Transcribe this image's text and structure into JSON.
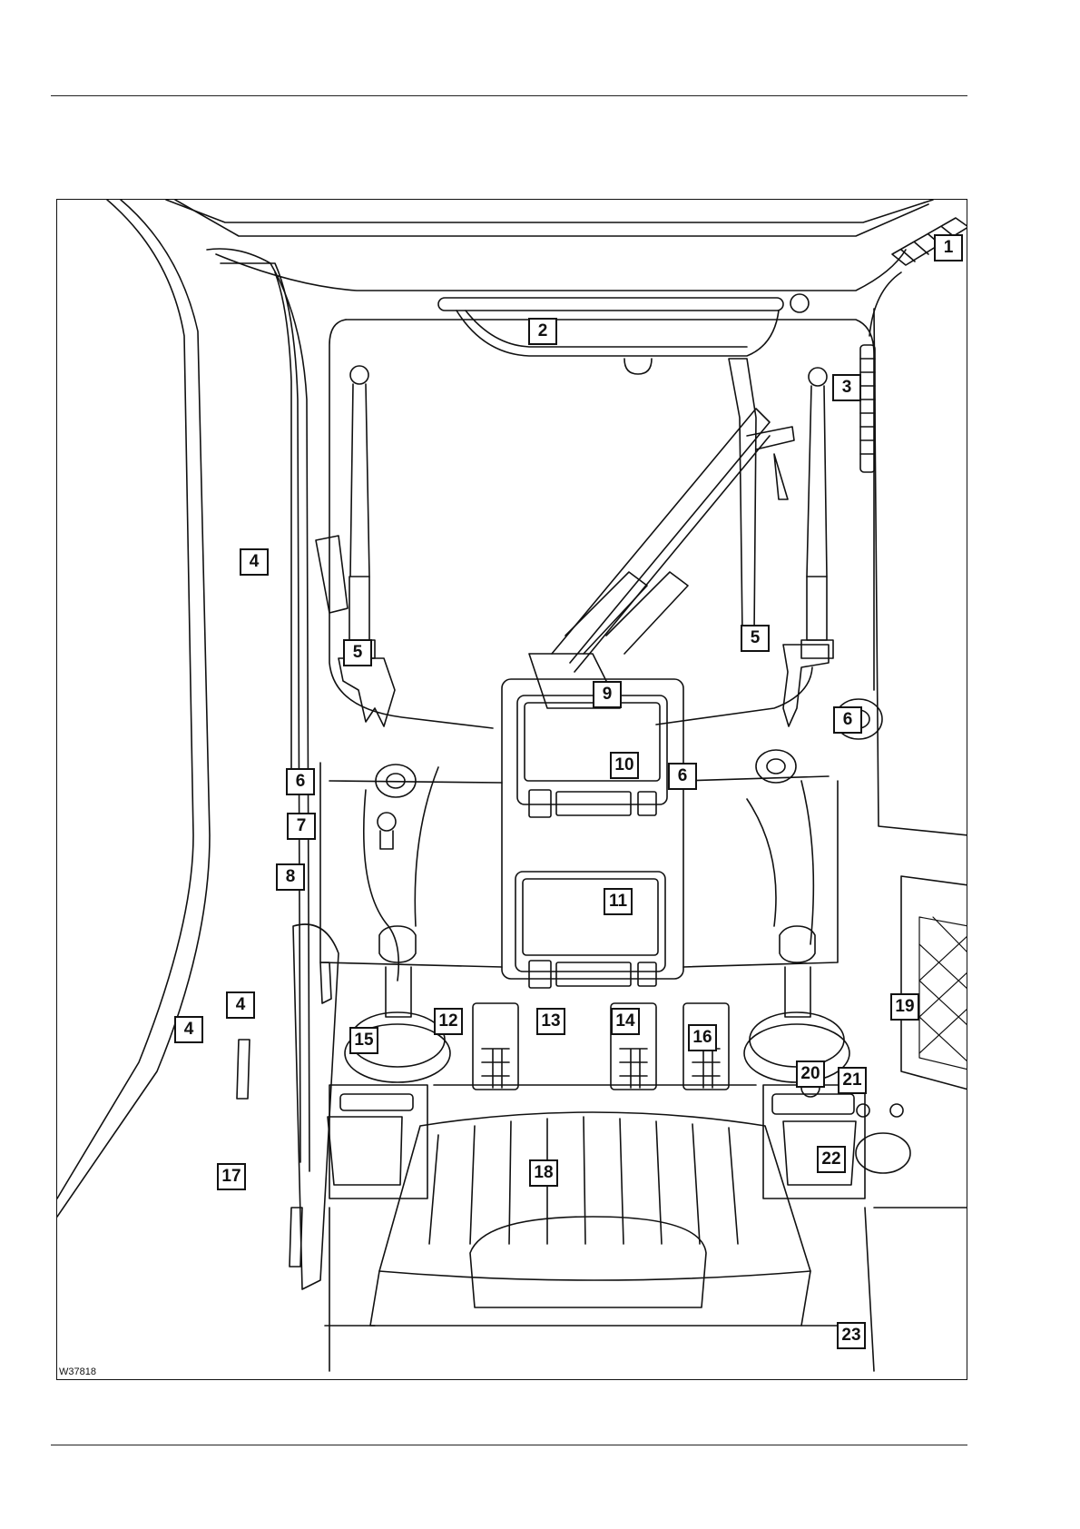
{
  "figure": {
    "code": "W37818",
    "callouts": [
      "1",
      "2",
      "3",
      "4",
      "4",
      "4",
      "5",
      "5",
      "6",
      "6",
      "6",
      "7",
      "8",
      "9",
      "10",
      "11",
      "12",
      "13",
      "14",
      "15",
      "16",
      "17",
      "18",
      "19",
      "20",
      "21",
      "22",
      "23"
    ]
  }
}
